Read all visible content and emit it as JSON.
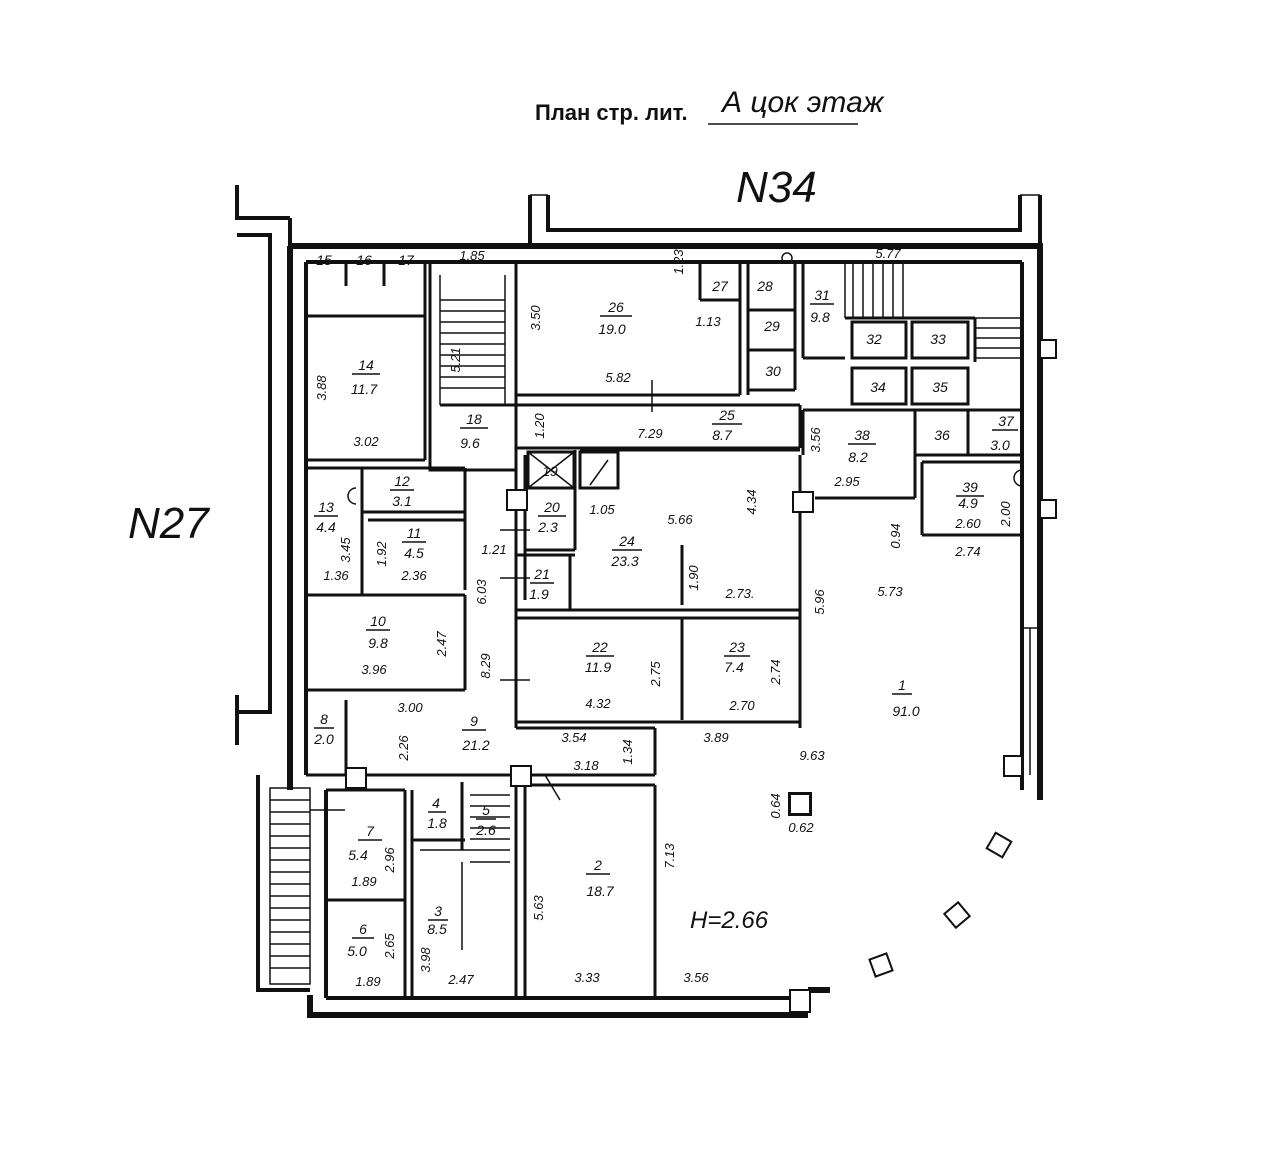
{
  "header": {
    "label": "План стр. лит.",
    "value": "А  цок  этаж"
  },
  "streets": {
    "top": "N34",
    "left": "N27"
  },
  "ceiling_height": "H=2.66",
  "rooms": [
    {
      "no": "1",
      "area": "91.0"
    },
    {
      "no": "2",
      "area": "18.7"
    },
    {
      "no": "3",
      "area": "8.5"
    },
    {
      "no": "4",
      "area": "1.8"
    },
    {
      "no": "5",
      "area": "2.6"
    },
    {
      "no": "6",
      "area": "5.0"
    },
    {
      "no": "7",
      "area": "5.4"
    },
    {
      "no": "8",
      "area": "2.0"
    },
    {
      "no": "9",
      "area": "21.2"
    },
    {
      "no": "10",
      "area": "9.8"
    },
    {
      "no": "11",
      "area": "4.5"
    },
    {
      "no": "12",
      "area": "3.1"
    },
    {
      "no": "13",
      "area": "4.4"
    },
    {
      "no": "14",
      "area": "11.7"
    },
    {
      "no": "15",
      "area": ""
    },
    {
      "no": "16",
      "area": ""
    },
    {
      "no": "17",
      "area": ""
    },
    {
      "no": "18",
      "area": "9.6"
    },
    {
      "no": "19",
      "area": ""
    },
    {
      "no": "20",
      "area": "2.3"
    },
    {
      "no": "21",
      "area": "1.9"
    },
    {
      "no": "22",
      "area": "11.9"
    },
    {
      "no": "23",
      "area": "7.4"
    },
    {
      "no": "24",
      "area": "23.3"
    },
    {
      "no": "25",
      "area": "8.7"
    },
    {
      "no": "26",
      "area": "19.0"
    },
    {
      "no": "27",
      "area": ""
    },
    {
      "no": "28",
      "area": ""
    },
    {
      "no": "29",
      "area": ""
    },
    {
      "no": "30",
      "area": ""
    },
    {
      "no": "31",
      "area": "9.8"
    },
    {
      "no": "32",
      "area": ""
    },
    {
      "no": "33",
      "area": ""
    },
    {
      "no": "34",
      "area": ""
    },
    {
      "no": "35",
      "area": ""
    },
    {
      "no": "36",
      "area": ""
    },
    {
      "no": "37",
      "area": "3.0"
    },
    {
      "no": "38",
      "area": "8.2"
    },
    {
      "no": "39",
      "area": "4.9"
    }
  ],
  "dimensions": {
    "d_1_85": "1.85",
    "d_5_21": "5.21",
    "d_3_50": "3.50",
    "d_1_23": "1.23",
    "d_1_13": "1.13",
    "d_5_82": "5.82",
    "d_5_77": "5.77",
    "d_3_88": "3.88",
    "d_3_02": "3.02",
    "d_1_20": "1.20",
    "d_7_29": "7.29",
    "d_3_56a": "3.56",
    "d_2_95": "2.95",
    "d_1_05": "1.05",
    "d_5_66": "5.66",
    "d_4_34": "4.34",
    "d_2_60": "2.60",
    "d_2_00": "2.00",
    "d_0_94": "0.94",
    "d_2_74a": "2.74",
    "d_3_45": "3.45",
    "d_1_92": "1.92",
    "d_1_36": "1.36",
    "d_2_36": "2.36",
    "d_1_21": "1.21",
    "d_6_03": "6.03",
    "d_1_90": "1.90",
    "d_2_73": "2.73.",
    "d_5_96": "5.96",
    "d_5_73": "5.73",
    "d_2_47a": "2.47",
    "d_3_96": "3.96",
    "d_8_29": "8.29",
    "d_2_75": "2.75",
    "d_4_32": "4.32",
    "d_2_74b": "2.74",
    "d_2_70": "2.70",
    "d_3_00": "3.00",
    "d_2_26": "2.26",
    "d_3_54": "3.54",
    "d_1_34": "1.34",
    "d_3_89": "3.89",
    "d_9_63": "9.63",
    "d_3_18": "3.18",
    "d_0_64": "0.64",
    "d_0_62": "0.62",
    "d_2_96": "2.96",
    "d_1_89a": "1.89",
    "d_5_63": "5.63",
    "d_7_13": "7.13",
    "d_2_65": "2.65",
    "d_1_89b": "1.89",
    "d_3_98": "3.98",
    "d_2_47b": "2.47",
    "d_3_33": "3.33",
    "d_3_56b": "3.56"
  }
}
